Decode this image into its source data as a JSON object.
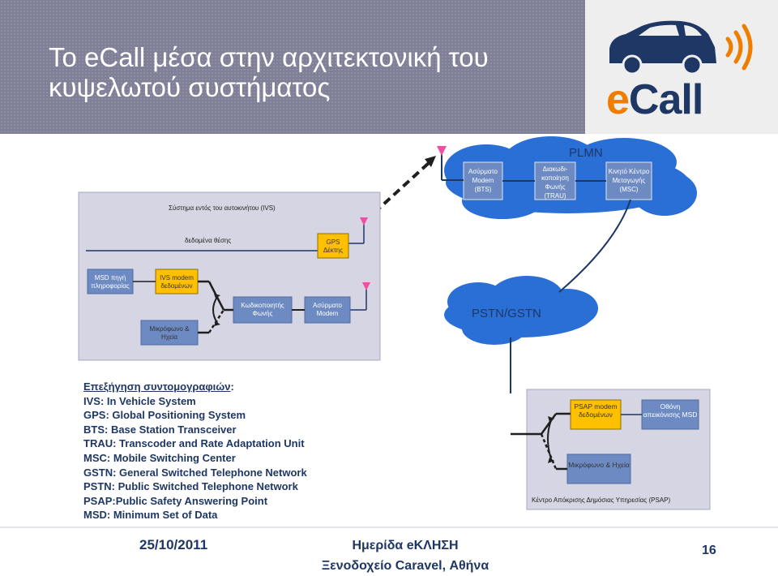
{
  "header": {
    "title": "Το eCall μέσα στην αρχιτεκτονική του κυψελωτού συστήματος"
  },
  "logo": {
    "e": "e",
    "call": "Call"
  },
  "plmn": {
    "label": "PLMN",
    "bts": "Ασύρματο Modem (BTS)",
    "trau": "Διακωδι- κοποίηση Φωνής (TRAU)",
    "msc": "Κινητό Κέντρο Μεταγωγής (MSC)"
  },
  "pstn": {
    "label": "PSTN/GSTN"
  },
  "ivs": {
    "title": "Σύστημα εντός του αυτοκινήτου (IVS)",
    "position_data": "δεδομένα θέσης",
    "gps": "GPS Δέκτης",
    "msd_source": "MSD πηγή πληροφορίας",
    "ivs_modem": "IVS modem δεδομένων",
    "voice_codec": "Κωδικοποιητής Φωνής",
    "wireless_modem": "Ασύρματο Modem",
    "mic": "Μικρόφωνο & Ηχεία"
  },
  "psap": {
    "title": "Κέντρο Απόκρισης Δημόσιας Υπηρεσίας (PSAP)",
    "modem": "PSAP modem δεδομένων",
    "display": "Οθόνη απεικόνισης MSD",
    "mic": "Μικρόφωνο & Ηχεία"
  },
  "glossary": {
    "title": "Επεξήγηση συντομογραφιών",
    "items": [
      "IVS: In Vehicle System",
      "GPS: Global Positioning System",
      "BTS: Base Station Transceiver",
      "TRAU: Transcoder and Rate Adaptation Unit",
      "MSC: Mobile Switching Center",
      "GSTN: General Switched Telephone Network",
      "PSTN: Public Switched Telephone Network",
      "PSAP:Public Safety Answering Point",
      "MSD: Minimum Set of Data"
    ]
  },
  "footer": {
    "date": "25/10/2011",
    "event_line1": "Ημερίδα eΚΛΗΣΗ",
    "event_line2": "Ξενοδοχείο Caravel, Αθήνα",
    "page": "16"
  },
  "colors": {
    "header_bg": "#7f7f97",
    "cloud": "#2a6fd6",
    "ivs_panel": "#d5d5e3",
    "yellow_box": "#ffc000",
    "box_blue": "#6d8bc2",
    "text_navy": "#1f3764",
    "antenna": "#ef4fa0",
    "logo_orange": "#ef7d00"
  }
}
